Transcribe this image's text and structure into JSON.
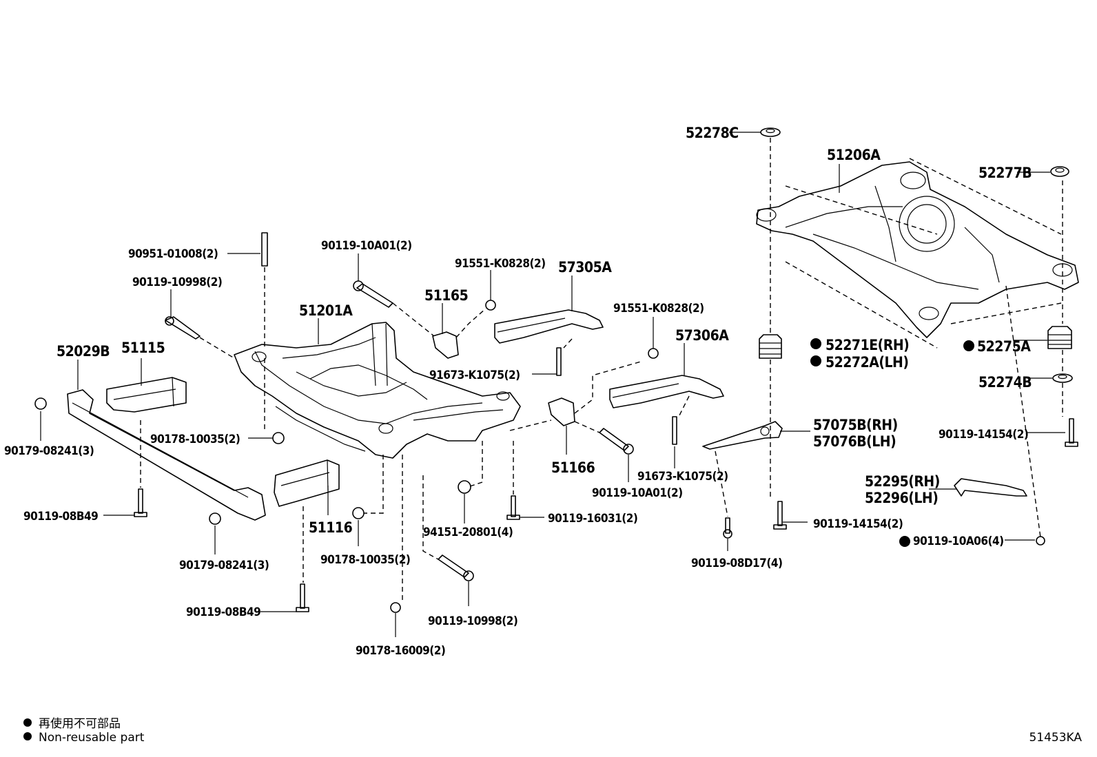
{
  "labels": {
    "p90951_01008": "90951-01008(2)",
    "p90119_10998_a": "90119-10998(2)",
    "p52029B": "52029B",
    "p51115": "51115",
    "p90179_08241_a": "90179-08241(3)",
    "p90178_10035_a": "90178-10035(2)",
    "p90119_08B49_a": "90119-08B49",
    "p90179_08241_b": "90179-08241(3)",
    "p51116": "51116",
    "p90119_08B49_b": "90119-08B49",
    "p90178_10035_b": "90178-10035(2)",
    "p90178_16009": "90178-16009(2)",
    "p90119_10998_b": "90119-10998(2)",
    "p94151_20801": "94151-20801(4)",
    "p90119_16031": "90119-16031(2)",
    "p51201A": "51201A",
    "p90119_10A01_a": "90119-10A01(2)",
    "p91551_K0828_a": "91551-K0828(2)",
    "p51165": "51165",
    "p57305A": "57305A",
    "p91673_K1075_a": "91673-K1075(2)",
    "p91551_K0828_b": "91551-K0828(2)",
    "p57306A": "57306A",
    "p51166": "51166",
    "p90119_10A01_b": "90119-10A01(2)",
    "p91673_K1075_b": "91673-K1075(2)",
    "p90119_08D17": "90119-08D17(4)",
    "p52278C": "52278C",
    "p51206A": "51206A",
    "p52277B": "52277B",
    "p52271E": "52271E(RH)",
    "p52272A": "52272A(LH)",
    "p52275A": "52275A",
    "p52274B": "52274B",
    "p90119_14154_a": "90119-14154(2)",
    "p57075B": "57075B(RH)",
    "p57076B": "57076B(LH)",
    "p52295": "52295(RH)",
    "p52296": "52296(LH)",
    "p90119_14154_b": "90119-14154(2)",
    "p90119_10A06": "90119-10A06(4)"
  },
  "legend": {
    "line1": "再使用不可部品",
    "line2": "Non-reusable part"
  },
  "diagram_code": "51453KA"
}
